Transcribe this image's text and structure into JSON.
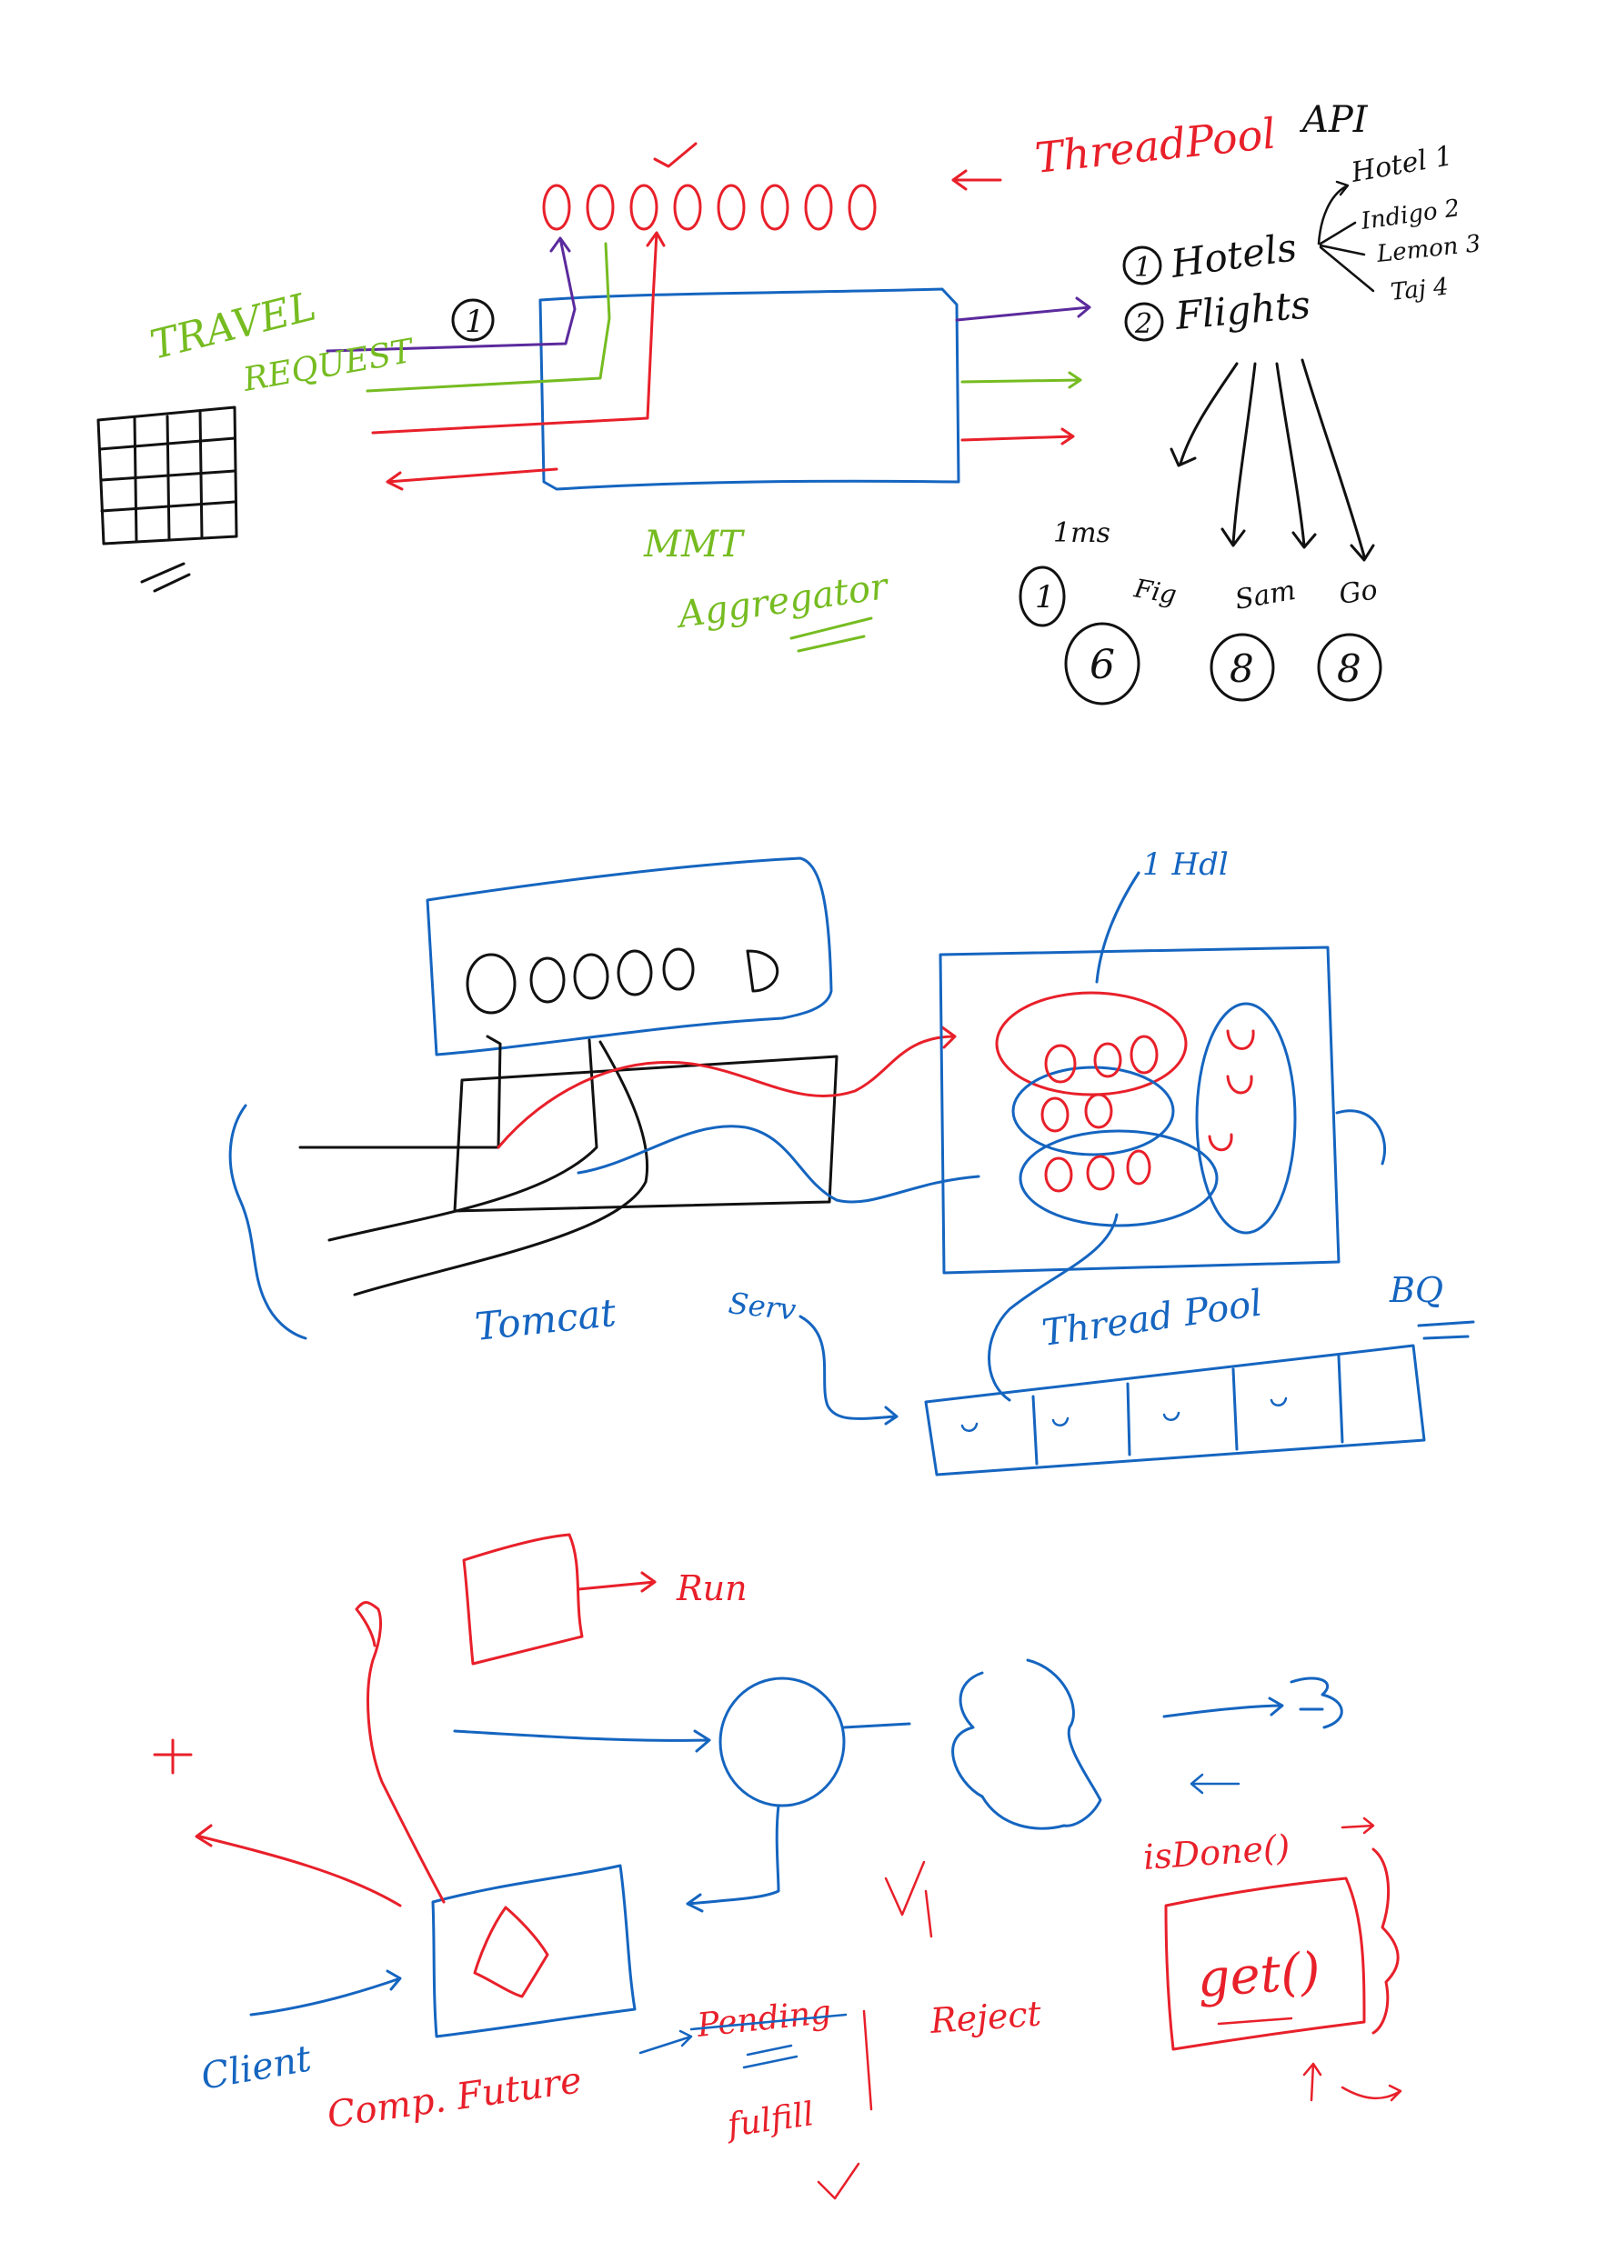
{
  "colors": {
    "red": "#e8202a",
    "blue": "#1565c0",
    "green": "#76bc21",
    "purple": "#5b2a9d",
    "black": "#111111"
  },
  "section1": {
    "threadpool_label": "ThreadPool",
    "api_label": "API",
    "travel_label_line1": "TRAVEL",
    "travel_label_line2": "REQUEST",
    "travel_number": "1",
    "aggregator_line1": "MMT",
    "aggregator_line2": "Aggregator",
    "hotels_number": "1",
    "hotels_label": "Hotels",
    "flights_number": "2",
    "flights_label": "Flights",
    "api_items": [
      "Hotel 1",
      "Indigo 2",
      "Lemon 3",
      "Taj 4"
    ],
    "leaf_labels": [
      "1ms",
      "Fig",
      "Sam",
      "Go"
    ],
    "leaf_numbers": [
      "1",
      "6",
      "8",
      "8"
    ]
  },
  "section2": {
    "server_label": "Tomcat",
    "server_sub": "Serv",
    "top_label": "1 Hdl",
    "threadpool_label": "Thread Pool",
    "bq_label": "BQ"
  },
  "section3": {
    "run_label": "Run",
    "client_label": "Client",
    "future_label": "Comp. Future",
    "pending_label": "Pending",
    "fulfilled_label": "fulfill",
    "rejected_label": "Reject",
    "isdone_label": "isDone()",
    "get_label": "get()"
  }
}
